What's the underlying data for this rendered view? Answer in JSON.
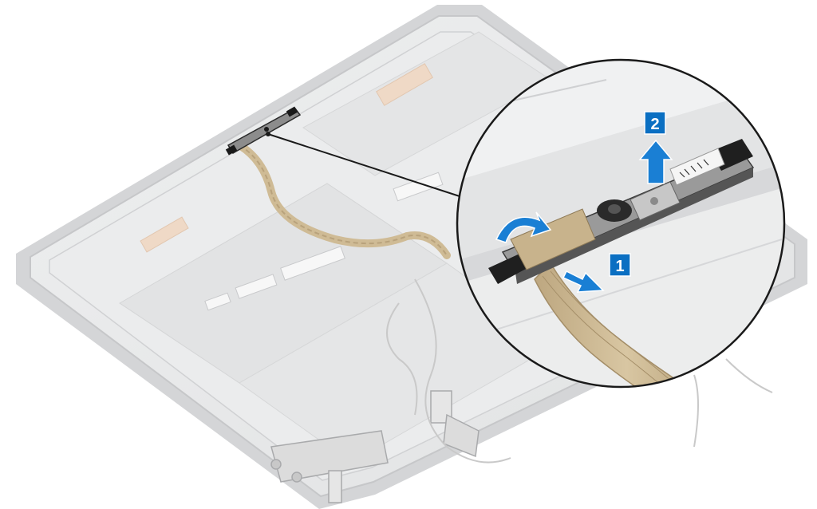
{
  "diagram": {
    "steps": [
      {
        "number": "1",
        "action": "pull",
        "badge_color": "#0a6fc2"
      },
      {
        "number": "2",
        "action": "lift",
        "badge_color": "#0a6fc2"
      }
    ],
    "colors": {
      "arrow_fill": "#1a7fd4",
      "arrow_stroke": "#ffffff",
      "cable": "#c9b48f",
      "cover_body": "#e7e8e9",
      "cover_rim": "#d2d3d5",
      "callout_border": "#1a1a1a"
    },
    "icons": [
      "step-badge",
      "pull-arrow",
      "lift-arrow",
      "rotate-arrow",
      "camera-module"
    ]
  }
}
